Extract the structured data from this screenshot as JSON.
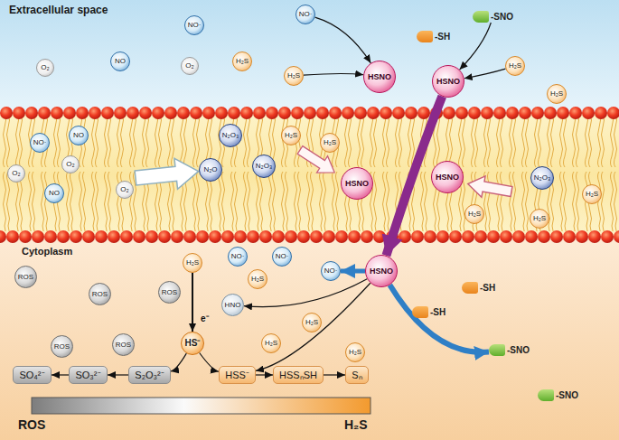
{
  "diagram": {
    "nodes": [
      {
        "text": [
          "NO·"
        ]
      },
      {
        "text": [
          "NO·"
        ]
      },
      {
        "text": [
          "NO"
        ]
      },
      {
        "text": [
          "O₂"
        ]
      },
      {
        "text": [
          "O₂"
        ]
      },
      {
        "text": [
          "H₂S"
        ]
      },
      {
        "text": [
          "H₂S"
        ]
      },
      {
        "text": [
          "HSNO"
        ]
      },
      {
        "text": [
          "-SH"
        ]
      },
      {
        "text": [
          "-SNO"
        ]
      },
      {
        "text": [
          "H₂S"
        ]
      },
      {
        "text": [
          "HSNO"
        ]
      },
      {
        "text": [
          "H₂S"
        ]
      },
      {
        "text": [
          "NO·"
        ]
      },
      {
        "text": [
          "NO"
        ]
      },
      {
        "text": [
          "N₂O₃"
        ]
      },
      {
        "text": [
          "H₂S"
        ]
      },
      {
        "text": [
          "O₂"
        ]
      },
      {
        "text": [
          "O₂"
        ]
      },
      {
        "text": [
          "N₂O"
        ]
      },
      {
        "text": [
          "N₂O₃"
        ]
      },
      {
        "text": [
          "H₂S"
        ]
      },
      {
        "text": [
          "HSNO"
        ]
      },
      {
        "text": [
          "N₂O₃"
        ]
      },
      {
        "text": [
          "HSNO"
        ]
      },
      {
        "text": [
          "NO"
        ]
      },
      {
        "text": [
          "O₂"
        ]
      },
      {
        "text": [
          "H₂S"
        ]
      },
      {
        "text": [
          "H₂S"
        ]
      },
      {
        "text": [
          "H₂S"
        ]
      },
      {
        "text": [
          "NO·"
        ]
      },
      {
        "text": [
          "NO·"
        ]
      },
      {
        "text": [
          "H₂S"
        ]
      },
      {
        "text": [
          "ROS"
        ]
      },
      {
        "text": [
          "NO·"
        ]
      },
      {
        "text": [
          "HSNO"
        ]
      },
      {
        "text": [
          "H₂S"
        ]
      },
      {
        "text": [
          "ROS"
        ]
      },
      {
        "text": [
          "ROS"
        ]
      },
      {
        "text": [
          "-SH"
        ]
      },
      {
        "text": [
          "HNO"
        ]
      },
      {
        "text": [
          "H₂S"
        ]
      },
      {
        "text": [
          "-SH"
        ]
      },
      {
        "text": [
          "HS⁻"
        ]
      },
      {
        "text": [
          "ROS"
        ]
      },
      {
        "text": [
          "ROS"
        ]
      },
      {
        "text": [
          "H₂S"
        ]
      },
      {
        "text": [
          "H₂S"
        ]
      },
      {
        "text": [
          "-SNO"
        ]
      },
      {
        "text": [
          "SO₄²⁻"
        ]
      },
      {
        "text": [
          "SO₃²⁻"
        ]
      },
      {
        "text": [
          "S₂O₃²⁻"
        ]
      },
      {
        "text": [
          "HSS⁻"
        ]
      },
      {
        "text": [
          "HSSₙSH"
        ]
      },
      {
        "text": [
          "Sₙ"
        ]
      },
      {
        "text": [
          "-SNO"
        ]
      }
    ],
    "edges": [
      {
        "from": 1,
        "to": 7,
        "arrow": "to"
      },
      {
        "from": 6,
        "to": 7,
        "arrow": "to"
      },
      {
        "from": 9,
        "to": 11,
        "arrow": "to"
      },
      {
        "from": 10,
        "to": 11,
        "arrow": "to"
      },
      {
        "from": 11,
        "to": 35,
        "arrow": "to"
      },
      {
        "from": 32,
        "to": 43,
        "label": "e⁻",
        "arrow": "to"
      },
      {
        "from": 35,
        "to": 40,
        "arrow": "to"
      },
      {
        "from": 35,
        "to": 52,
        "arrow": "to"
      },
      {
        "from": 35,
        "to": 34,
        "arrow": "to"
      },
      {
        "from": 35,
        "to": 48,
        "arrow": "to"
      },
      {
        "from": 43,
        "to": 51,
        "arrow": "to"
      },
      {
        "from": 43,
        "to": 52,
        "arrow": "to"
      },
      {
        "from": 51,
        "to": 50,
        "arrow": "to"
      },
      {
        "from": 50,
        "to": 49,
        "arrow": "to"
      },
      {
        "from": 52,
        "to": 53,
        "arrow": "to"
      },
      {
        "from": 53,
        "to": 54,
        "arrow": "to"
      }
    ],
    "labels": [
      "Extracellular space",
      "Cytoplasm",
      "ROS",
      "H₂S"
    ]
  }
}
